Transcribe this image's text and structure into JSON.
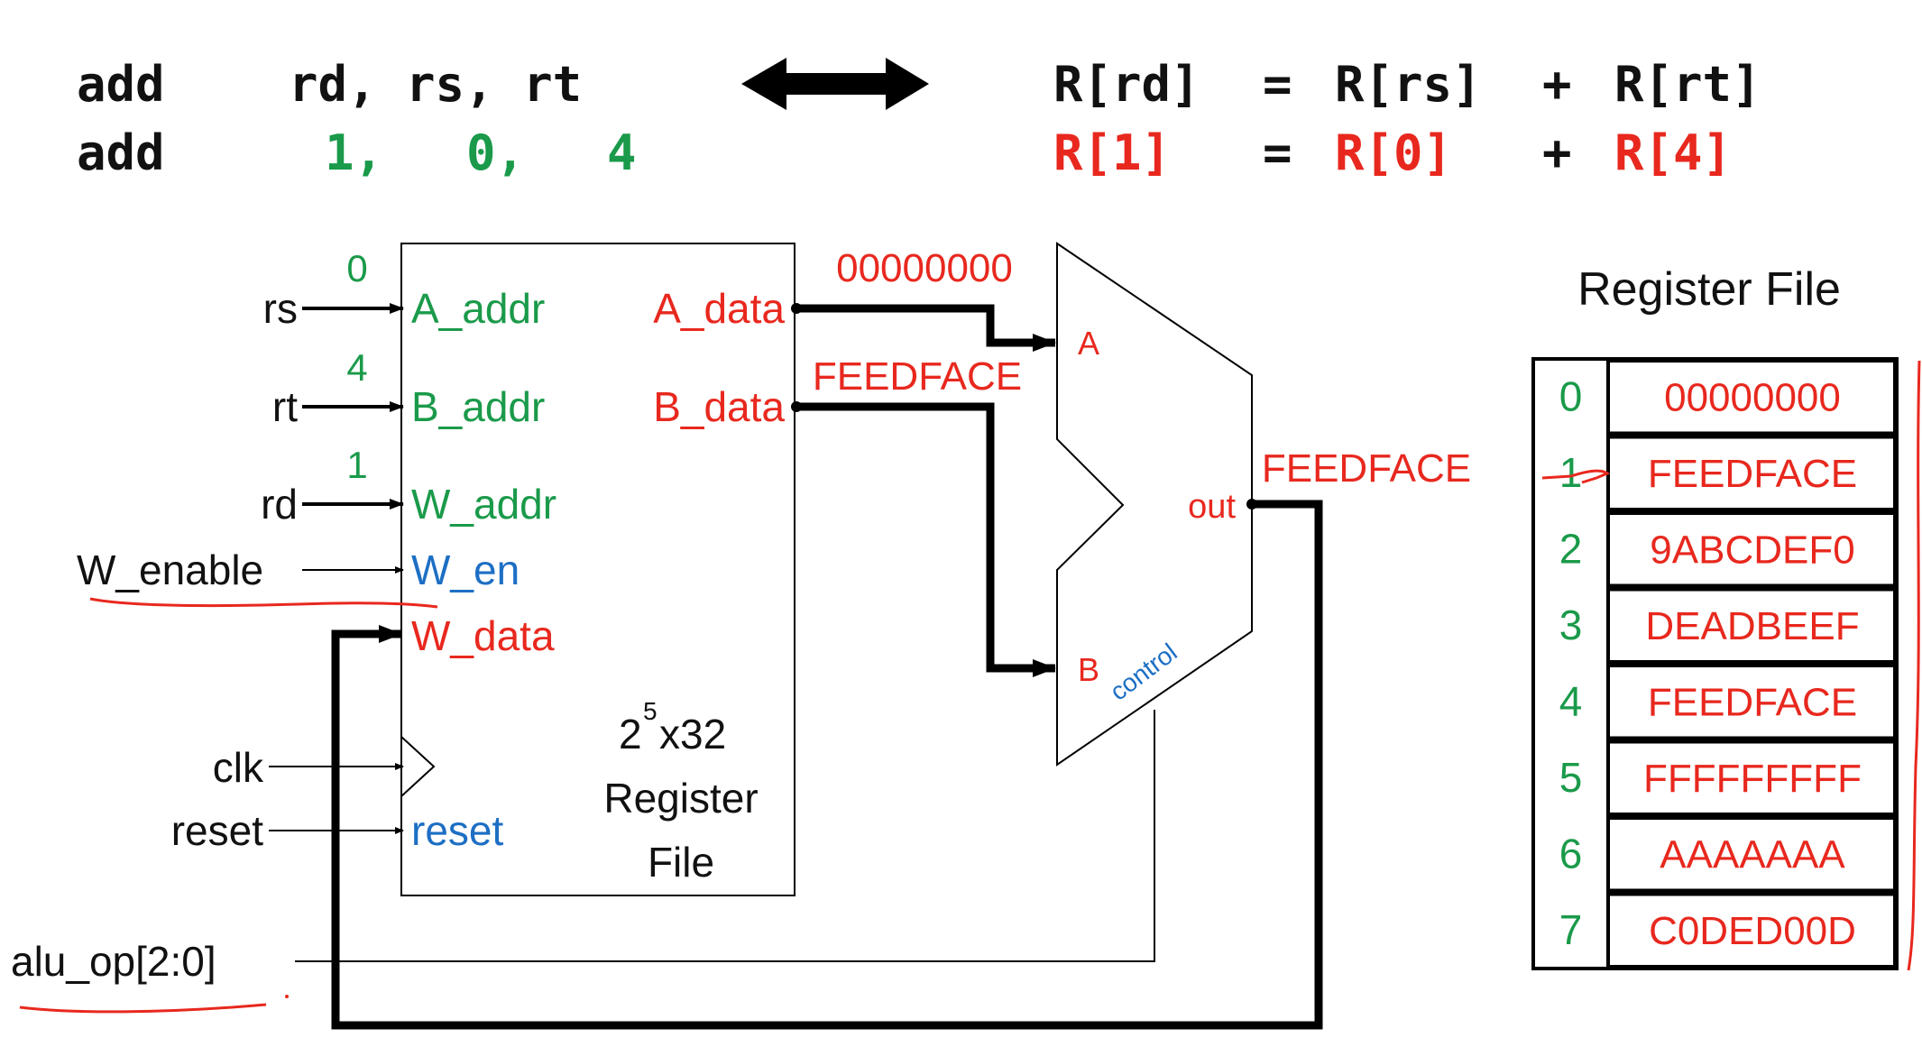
{
  "instruction": {
    "line1": {
      "op": "add",
      "operands": "rd, rs, rt",
      "equation": [
        "R[rd]",
        "=",
        "R[rs]",
        "+",
        "R[rt]"
      ]
    },
    "line2": {
      "op": "add",
      "operands": [
        "1,",
        "0,",
        "4"
      ],
      "equation": [
        "R[1]",
        "=",
        "R[0]",
        "+",
        "R[4]"
      ]
    }
  },
  "register_file_block": {
    "inputs": {
      "rs": {
        "label": "rs",
        "port": "A_addr",
        "value": "0"
      },
      "rt": {
        "label": "rt",
        "port": "B_addr",
        "value": "4"
      },
      "rd": {
        "label": "rd",
        "port": "W_addr",
        "value": "1"
      },
      "w_enable": {
        "label": "W_enable",
        "port": "W_en"
      },
      "w_data": {
        "port": "W_data"
      },
      "clk": {
        "label": "clk"
      },
      "reset": {
        "label": "reset",
        "port": "reset"
      }
    },
    "outputs": {
      "a_data": {
        "port": "A_data",
        "value": "00000000"
      },
      "b_data": {
        "port": "B_data",
        "value": "FEEDFACE"
      }
    },
    "title_base": "2",
    "title_exp": "5",
    "title_rest": "x32",
    "title_line2": "Register",
    "title_line3": "File"
  },
  "alu": {
    "in_a": "A",
    "in_b": "B",
    "out": "out",
    "out_value": "FEEDFACE",
    "control": "control",
    "control_input": "alu_op[2:0]"
  },
  "register_table": {
    "title": "Register File",
    "rows": [
      {
        "index": "0",
        "value": "00000000"
      },
      {
        "index": "1",
        "value": "FEEDFACE"
      },
      {
        "index": "2",
        "value": "9ABCDEF0"
      },
      {
        "index": "3",
        "value": "DEADBEEF"
      },
      {
        "index": "4",
        "value": "FEEDFACE"
      },
      {
        "index": "5",
        "value": "FFFFFFFFF"
      },
      {
        "index": "6",
        "value": "AAAAAAA"
      },
      {
        "index": "7",
        "value": "C0DED00D"
      }
    ]
  },
  "colors": {
    "text": "#111111",
    "green": "#1a9a4a",
    "red": "#e8281e",
    "blue": "#1d6fc4"
  }
}
